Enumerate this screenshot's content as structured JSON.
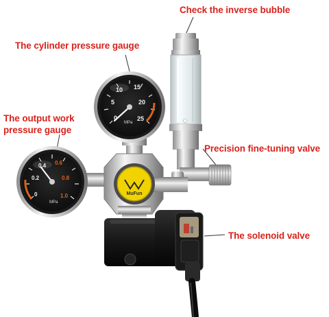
{
  "labels": {
    "inverse_bubble": "Check the inverse bubble",
    "cylinder_gauge": "The cylinder pressure gauge",
    "output_gauge": "The output work pressure gauge",
    "fine_tuning": "Precision fine-tuning valve",
    "solenoid": "The solenoid valve"
  },
  "product": {
    "brand": "MuFun",
    "cylinder_gauge_scale": [
      "0",
      "5",
      "10",
      "15",
      "20",
      "25"
    ],
    "cylinder_gauge_unit": "MPa",
    "output_gauge_scale": [
      "0",
      "0.2",
      "0.4",
      "0.6",
      "0.8",
      "1.0"
    ],
    "output_gauge_unit": "MPa"
  },
  "colors": {
    "label_text": "#d9221c",
    "leader_line": "#333333",
    "background": "#ffffff"
  }
}
